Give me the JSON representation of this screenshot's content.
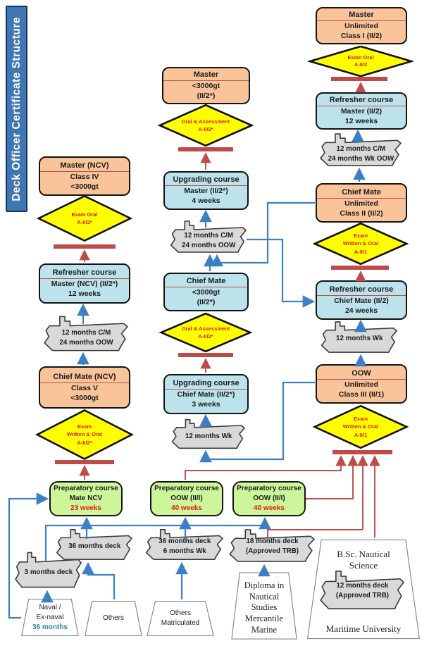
{
  "banner": "Deck Officer Certificate Structure",
  "colors": {
    "banner": "#4176B4",
    "orange": "#FAC49A",
    "cyan": "#BCE3EC",
    "green": "#CDF69B",
    "yellow": "#FFFF00",
    "red": "#BE4B48",
    "red-text": "#E81515",
    "blue": "#3B80C4",
    "teal": "#2887A8",
    "ship-gray": "#D9D9D9"
  },
  "left": {
    "master": {
      "title": "Master (NCV)",
      "line2": "Class IV",
      "line3": "<3000gt"
    },
    "exam_oral": {
      "line1": "Exam Oral",
      "line2": "A-II/2*"
    },
    "refresher": {
      "title": "Refresher course",
      "line2": "Master (NCV) (II/2*)",
      "line3": "12 weeks"
    },
    "sea_cm": {
      "line1": "12 months C/M",
      "line2": "24 months OOW"
    },
    "chief_mate": {
      "title": "Chief Mate (NCV)",
      "line2": "Class V",
      "line3": "<3000gt"
    },
    "exam_written": {
      "line1": "Exam",
      "line2": "Written & Oral",
      "line3": "A-II/2*"
    },
    "prep": {
      "line1": "Preparatory course",
      "line2": "Mate NCV",
      "line3": "23 weeks"
    }
  },
  "middle": {
    "master": {
      "title": "Master",
      "line2": "<3000gt",
      "line3": "(II/2*)"
    },
    "exam_master": {
      "line1": "Oral & Assessment",
      "line2": "A-II/2*"
    },
    "upgrading_master": {
      "title": "Upgrading course",
      "line2": "Master (II/2*)",
      "line3": "4 weeks"
    },
    "sea_cm": {
      "line1": "12 months C/M",
      "line2": "24 months OOW"
    },
    "chief_mate": {
      "title": "Chief Mate",
      "line2": "<3000gt",
      "line3": "(II/2*)"
    },
    "exam_cm": {
      "line1": "Oral & Assessment",
      "line2": "A-II/2*"
    },
    "upgrading_cm": {
      "title": "Upgrading course",
      "line2": "Chief Mate (II/2*)",
      "line3": "3 weeks"
    },
    "sea_wk": {
      "line1": "12 months Wk"
    },
    "prep_a": {
      "line1": "Preparatory course",
      "line2": "OOW (II/I)",
      "line3": "40 weeks"
    },
    "prep_b": {
      "line1": "Preparatory course",
      "line2": "OOW (II/I)",
      "line3": "40 weeks"
    }
  },
  "right": {
    "master": {
      "title": "Master",
      "line2": "Unlimited",
      "line3": "Class I (II/2)"
    },
    "exam_oral": {
      "line1": "Exam Oral",
      "line2": "A-II/2"
    },
    "refresher_master": {
      "title": "Refresher course",
      "line2": "Master (II/2)",
      "line3": "12 weeks"
    },
    "sea_cm": {
      "line1": "12 months C/M",
      "line2": "24 months Wk OOW"
    },
    "chief_mate": {
      "title": "Chief Mate",
      "line2": "Unlimited",
      "line3": "Class II (II/2)"
    },
    "exam_cm": {
      "line1": "Exam",
      "line2": "Written & Oral",
      "line3": "A-II/1"
    },
    "refresher_cm": {
      "title": "Refresher course",
      "line2": "Chief Mate (II/2)",
      "line3": "24 weeks"
    },
    "sea_wk": {
      "line1": "12 months Wk"
    },
    "oow": {
      "title": "OOW",
      "line2": "Unlimited",
      "line3": "Class III (II/1)"
    },
    "exam_oow": {
      "line1": "Exam",
      "line2": "Written & Oral",
      "line3": "A-II/1"
    }
  },
  "bottom": {
    "sea_3m": {
      "line1": "3 months deck"
    },
    "sea_36m": {
      "line1": "36 months deck"
    },
    "sea_36m_wk": {
      "line1": "36 months deck",
      "line2": "6 months Wk"
    },
    "sea_18m": {
      "line1": "18 months deck",
      "line2": "(Approved TRB)"
    },
    "sea_12m": {
      "line1": "12 months deck",
      "line2": "(Approved TRB)"
    },
    "naval": {
      "line1": "Naval /",
      "line2": "Ex-naval",
      "line3": "36 months"
    },
    "others": {
      "line1": "Others"
    },
    "others_matric": {
      "line1": "Others",
      "line2": "Matriculated"
    },
    "diploma": {
      "line1": "Diploma in",
      "line2": "Nautical",
      "line3": "Studies",
      "line4": "Mercantile",
      "line5": "Marine"
    },
    "bsc": {
      "line1": "B.Sc. Nautical",
      "line2": "Science",
      "footer": "Maritime University"
    }
  }
}
